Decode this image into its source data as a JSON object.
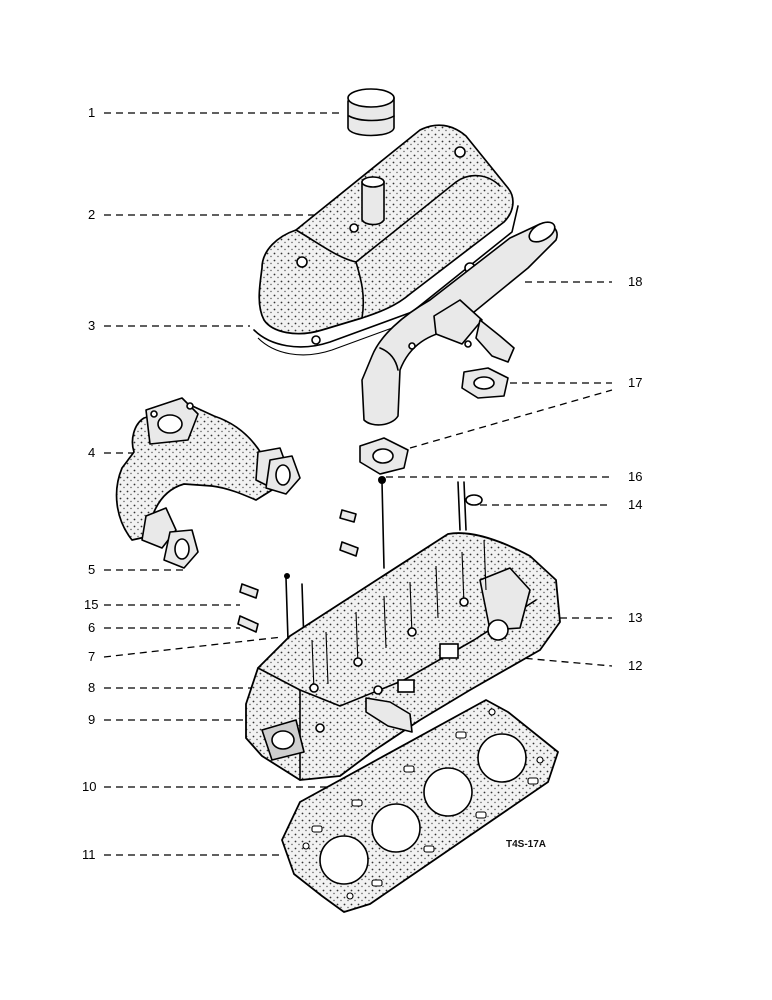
{
  "callouts": [
    "1",
    "2",
    "3",
    "4",
    "5",
    "15",
    "6",
    "7",
    "8",
    "9",
    "10",
    "11",
    "18",
    "17",
    "16",
    "14",
    "13",
    "12"
  ],
  "reference_code": "T4S-17A"
}
